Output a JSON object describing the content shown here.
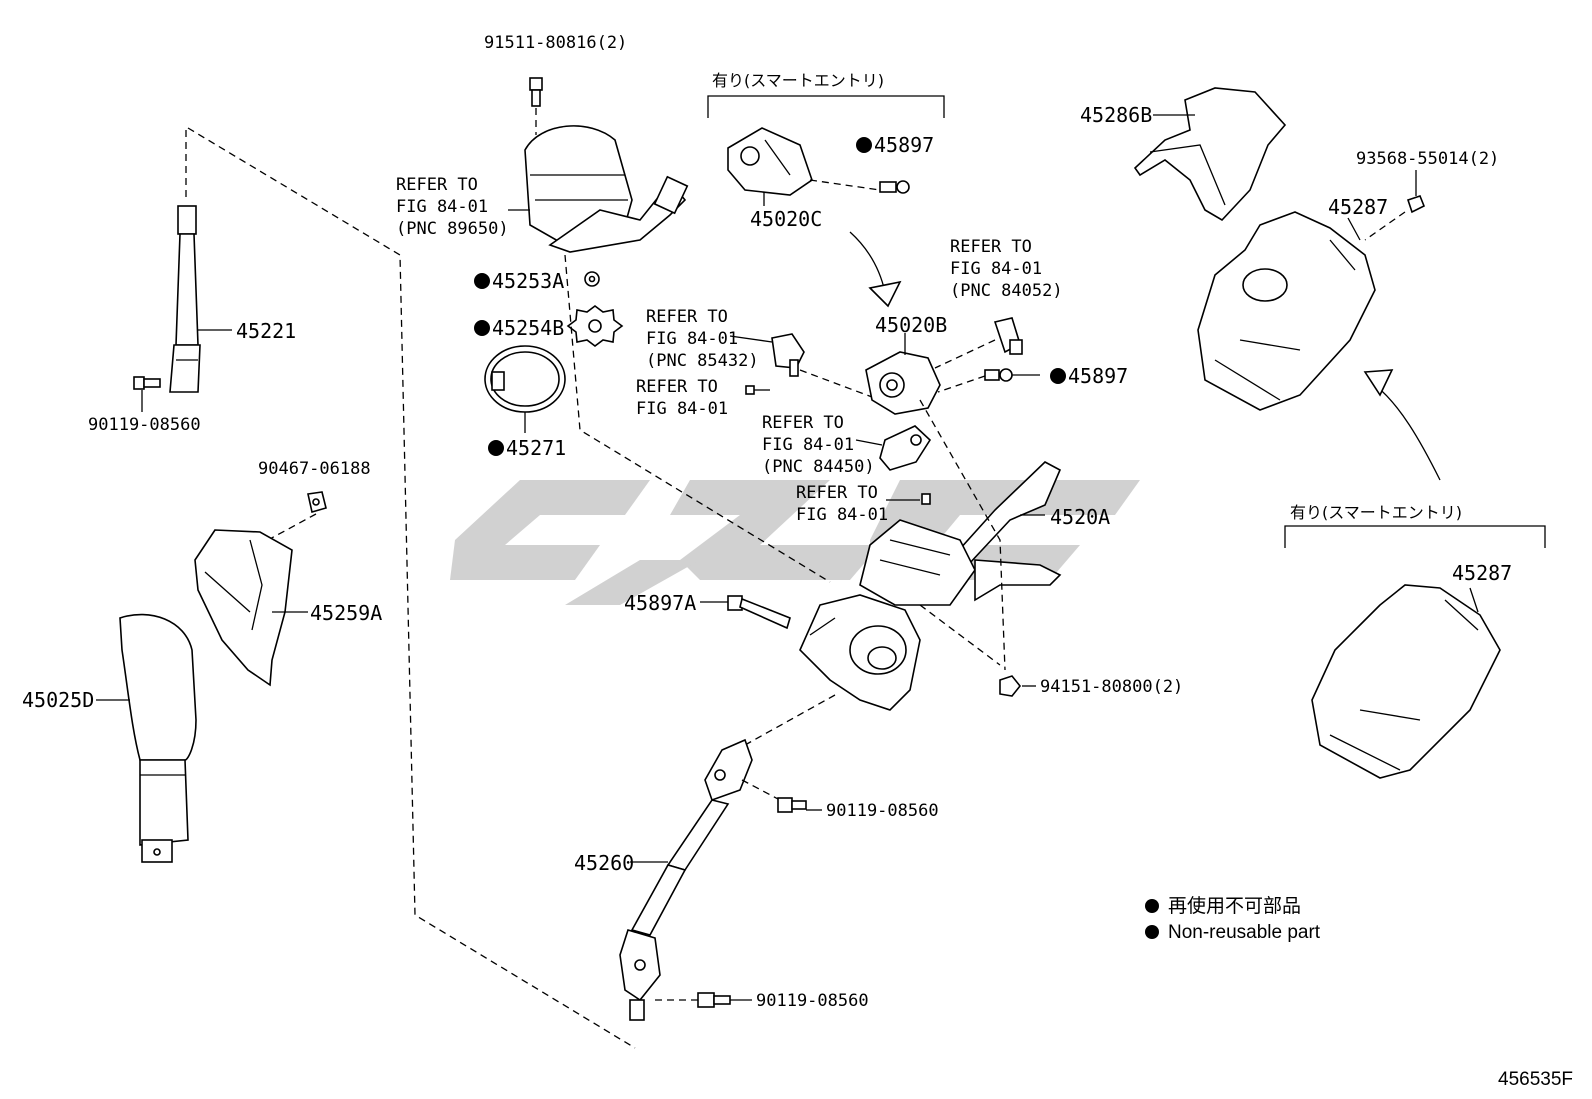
{
  "labels": {
    "p91511": "91511-80816(2)",
    "smart_top": "有り(スマートエントリ)",
    "smart_right": "有り(スマートエントリ)",
    "p45286B": "45286B",
    "p93568": "93568-55014(2)",
    "p45287_top": "45287",
    "p45287_bottom": "45287",
    "ref_89650": [
      "REFER TO",
      "FIG 84-01",
      "(PNC 89650)"
    ],
    "p45897_top": "45897",
    "p45020C": "45020C",
    "ref_84052": [
      "REFER TO",
      "FIG 84-01",
      "(PNC 84052)"
    ],
    "p45253A": "45253A",
    "p45254B": "45254B",
    "ref_85432": [
      "REFER TO",
      "FIG 84-01",
      "(PNC 85432)"
    ],
    "p45020B": "45020B",
    "p45897_right": "45897",
    "p45221": "45221",
    "ref_plain_1": [
      "REFER TO",
      "FIG 84-01"
    ],
    "p90119_left": "90119-08560",
    "p45271": "45271",
    "ref_84450": [
      "REFER TO",
      "FIG 84-01",
      "(PNC 84450)"
    ],
    "p90467": "90467-06188",
    "ref_plain_2": [
      "REFER TO",
      "FIG 84-01"
    ],
    "p4520A": "4520A",
    "p45259A": "45259A",
    "p45897A": "45897A",
    "p45025D": "45025D",
    "p94151": "94151-80800(2)",
    "p90119_mid": "90119-08560",
    "p45260": "45260",
    "p90119_bottom": "90119-08560",
    "figure_code": "456535F"
  },
  "legend": {
    "jp": "再使用不可部品",
    "en": "Non-reusable part"
  },
  "watermark": "cfc",
  "colors": {
    "line": "#000000",
    "watermark": "#c8c8c8",
    "background": "#ffffff"
  }
}
